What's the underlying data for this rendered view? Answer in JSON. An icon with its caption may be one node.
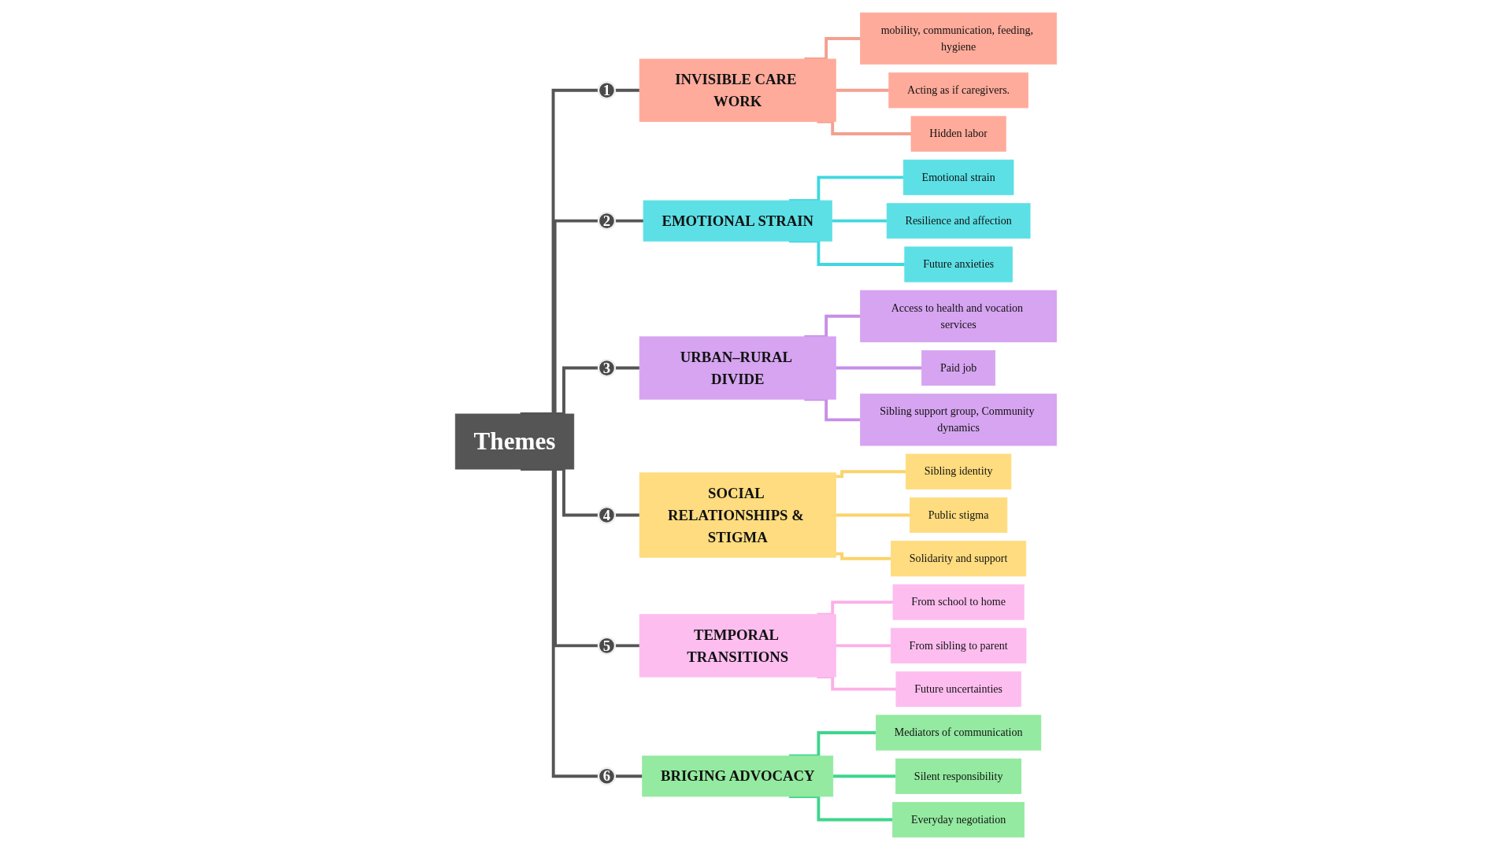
{
  "diagram": {
    "nodes": [
      {
        "text": [
          "Themes"
        ]
      },
      {
        "text": [
          "1"
        ]
      },
      {
        "text": [
          "INVISIBLE CARE WORK"
        ]
      },
      {
        "text": [
          "mobility, communication, feeding, hygiene"
        ]
      },
      {
        "text": [
          "Acting as if caregivers."
        ]
      },
      {
        "text": [
          "Hidden labor"
        ]
      },
      {
        "text": [
          "2"
        ]
      },
      {
        "text": [
          "EMOTIONAL STRAIN"
        ]
      },
      {
        "text": [
          "Emotional strain"
        ]
      },
      {
        "text": [
          "Resilience and affection"
        ]
      },
      {
        "text": [
          "Future anxieties"
        ]
      },
      {
        "text": [
          "3"
        ]
      },
      {
        "text": [
          "URBAN–RURAL DIVIDE"
        ]
      },
      {
        "text": [
          "Access to health and vocation services"
        ]
      },
      {
        "text": [
          "Paid job"
        ]
      },
      {
        "text": [
          "Sibling support group, Community dynamics"
        ]
      },
      {
        "text": [
          "4"
        ]
      },
      {
        "text": [
          "SOCIAL RELATIONSHIPS & STIGMA"
        ]
      },
      {
        "text": [
          "Sibling identity"
        ]
      },
      {
        "text": [
          "Public stigma"
        ]
      },
      {
        "text": [
          "Solidarity and support"
        ]
      },
      {
        "text": [
          "5"
        ]
      },
      {
        "text": [
          "TEMPORAL TRANSITIONS"
        ]
      },
      {
        "text": [
          "From school to home"
        ]
      },
      {
        "text": [
          "From sibling to parent"
        ]
      },
      {
        "text": [
          "Future uncertainties"
        ]
      },
      {
        "text": [
          "6"
        ]
      },
      {
        "text": [
          "BRIGING ADVOCACY"
        ]
      },
      {
        "text": [
          "Mediators of communication"
        ]
      },
      {
        "text": [
          "Silent responsibility"
        ]
      },
      {
        "text": [
          "Everyday negotiation"
        ]
      }
    ],
    "edges": [
      {
        "from": 0,
        "to": 1,
        "arrow": "none"
      },
      {
        "from": 1,
        "to": 2,
        "arrow": "none"
      },
      {
        "from": 2,
        "to": 3,
        "arrow": "none",
        "color": "#f4a090"
      },
      {
        "from": 2,
        "to": 4,
        "arrow": "none",
        "color": "#f4a090"
      },
      {
        "from": 2,
        "to": 5,
        "arrow": "none",
        "color": "#f4a090"
      },
      {
        "from": 0,
        "to": 6,
        "arrow": "none"
      },
      {
        "from": 6,
        "to": 7,
        "arrow": "none"
      },
      {
        "from": 7,
        "to": 8,
        "arrow": "none",
        "color": "#3fd8e0"
      },
      {
        "from": 7,
        "to": 9,
        "arrow": "none",
        "color": "#3fd8e0"
      },
      {
        "from": 7,
        "to": 10,
        "arrow": "none",
        "color": "#3fd8e0"
      },
      {
        "from": 0,
        "to": 11,
        "arrow": "none"
      },
      {
        "from": 11,
        "to": 12,
        "arrow": "none"
      },
      {
        "from": 12,
        "to": 13,
        "arrow": "none",
        "color": "#c88ee8"
      },
      {
        "from": 12,
        "to": 14,
        "arrow": "none",
        "color": "#c88ee8"
      },
      {
        "from": 12,
        "to": 15,
        "arrow": "none",
        "color": "#c88ee8"
      },
      {
        "from": 0,
        "to": 16,
        "arrow": "none"
      },
      {
        "from": 16,
        "to": 17,
        "arrow": "none"
      },
      {
        "from": 17,
        "to": 18,
        "arrow": "none",
        "color": "#fbd36a"
      },
      {
        "from": 17,
        "to": 19,
        "arrow": "none",
        "color": "#fbd36a"
      },
      {
        "from": 17,
        "to": 20,
        "arrow": "none",
        "color": "#fbd36a"
      },
      {
        "from": 0,
        "to": 21,
        "arrow": "none"
      },
      {
        "from": 21,
        "to": 22,
        "arrow": "none"
      },
      {
        "from": 22,
        "to": 23,
        "arrow": "none",
        "color": "#fbb0e8"
      },
      {
        "from": 22,
        "to": 24,
        "arrow": "none",
        "color": "#fbb0e8"
      },
      {
        "from": 22,
        "to": 25,
        "arrow": "none",
        "color": "#fbb0e8"
      },
      {
        "from": 0,
        "to": 26,
        "arrow": "none"
      },
      {
        "from": 26,
        "to": 27,
        "arrow": "none"
      },
      {
        "from": 27,
        "to": 28,
        "arrow": "none",
        "color": "#3dd68c"
      },
      {
        "from": 27,
        "to": 29,
        "arrow": "none",
        "color": "#3dd68c"
      },
      {
        "from": 27,
        "to": 30,
        "arrow": "none",
        "color": "#3dd68c"
      }
    ]
  }
}
